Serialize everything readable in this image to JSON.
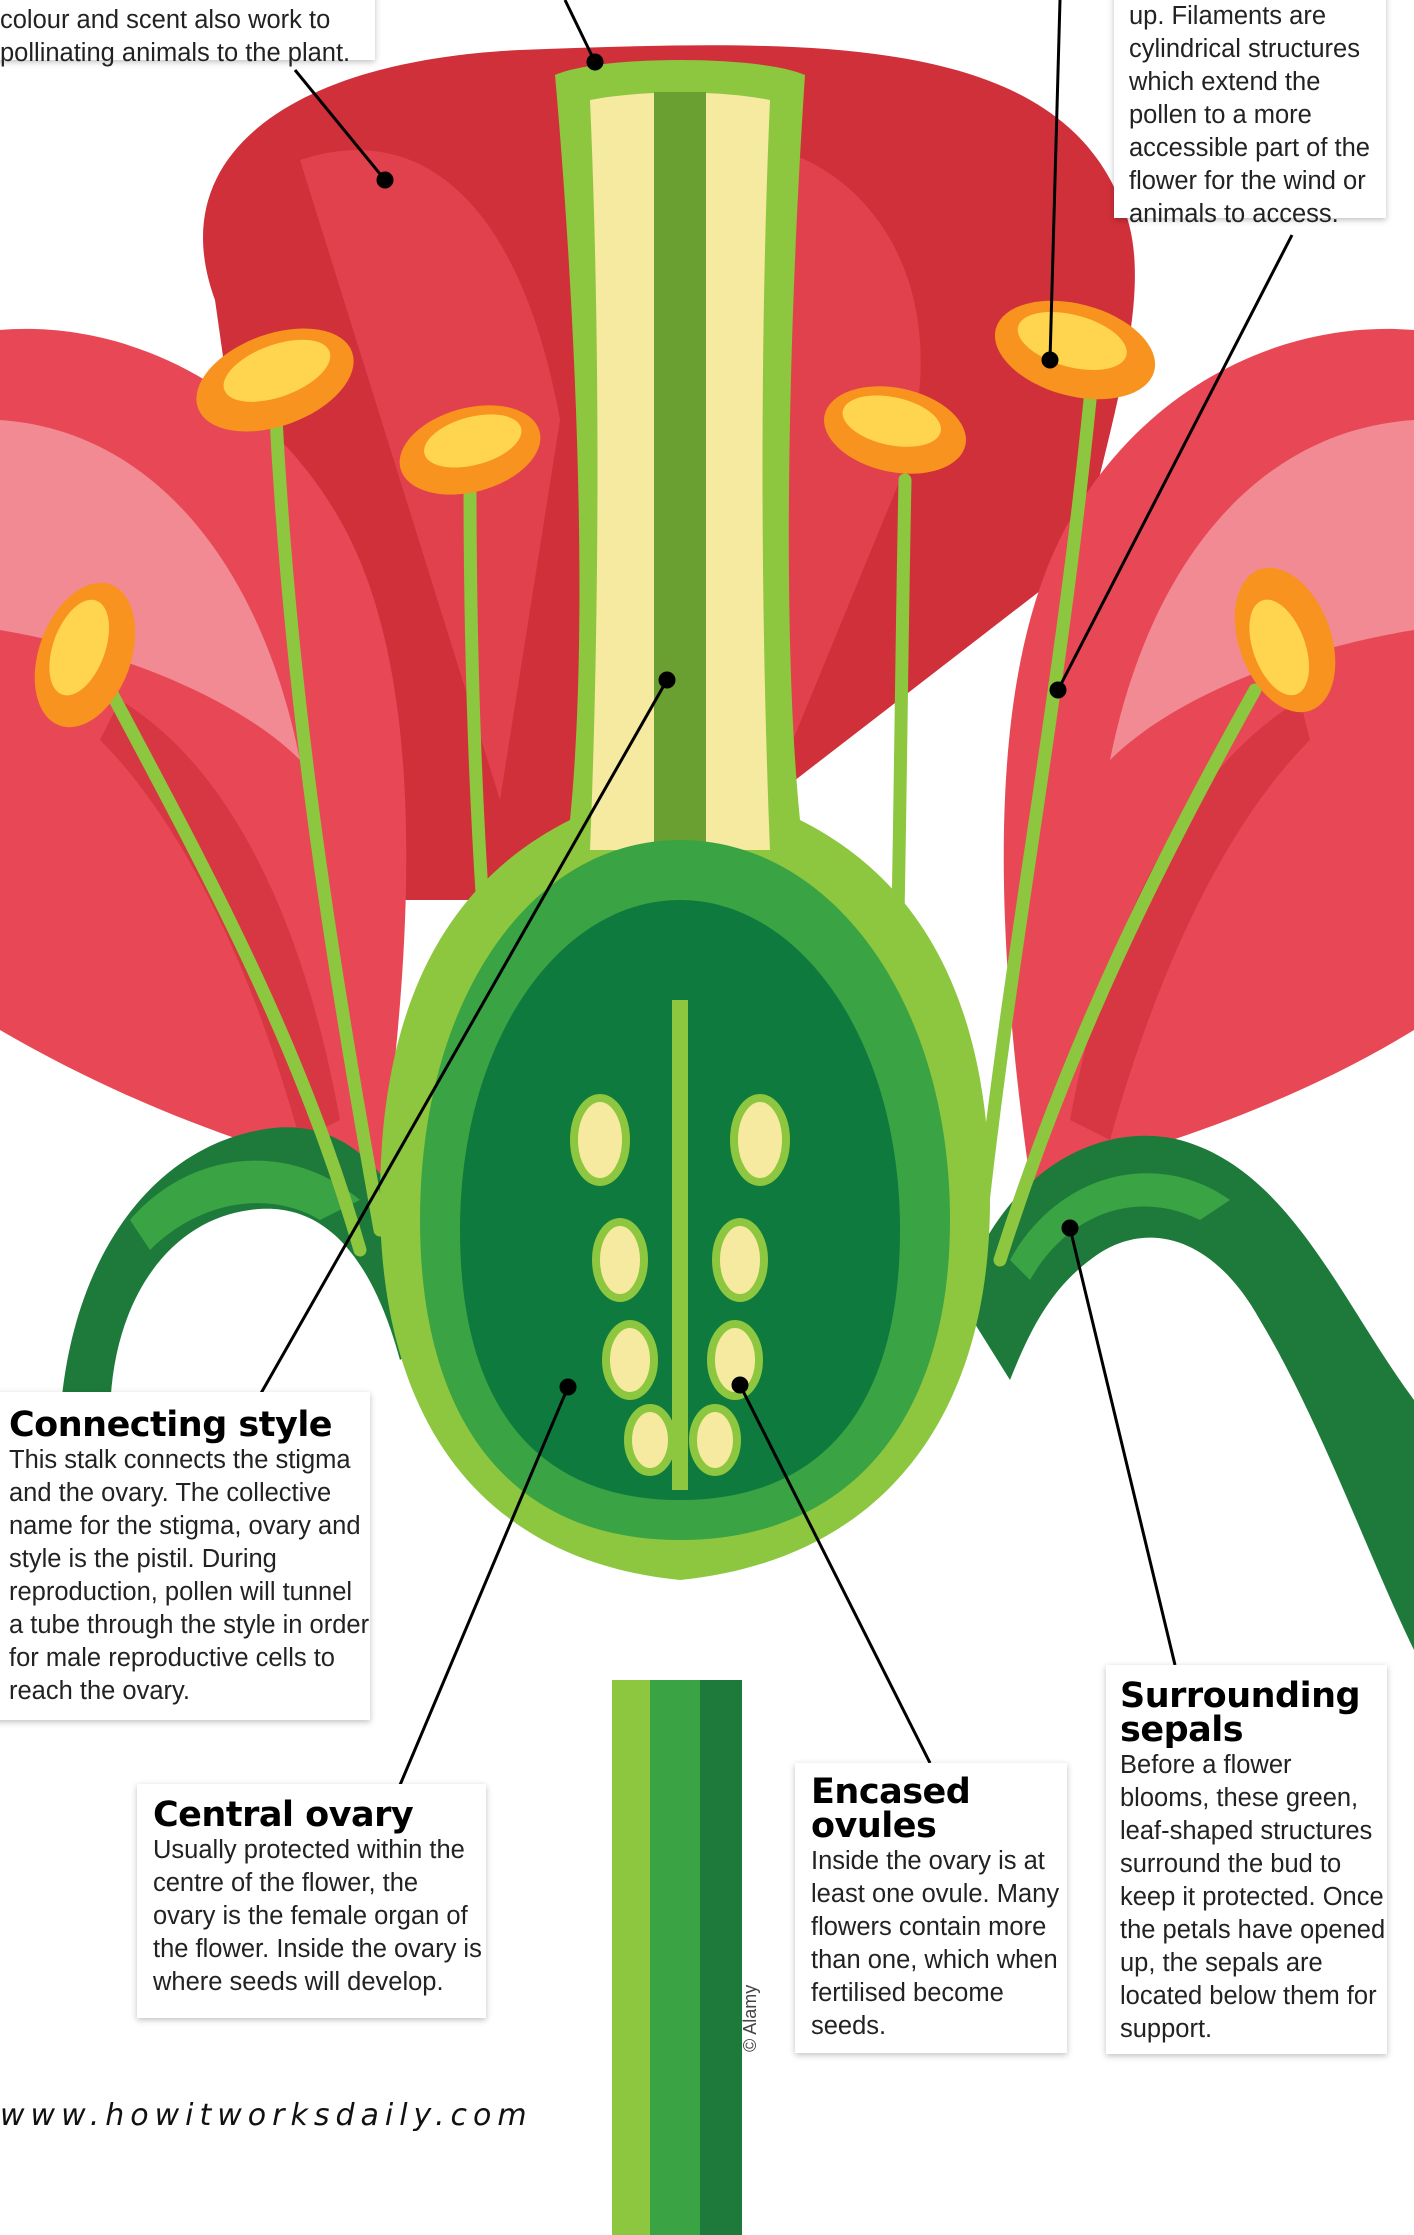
{
  "callouts": {
    "top_left": {
      "text": "colour and scent also work to\npollinating animals to the plant."
    },
    "top_right": {
      "text": "up. Filaments are cylindrical structures which extend the pollen to a more accessible part of the flower for the wind or animals to access."
    },
    "style": {
      "title": "Connecting style",
      "text": "This stalk connects the stigma and the ovary. The collective name for the stigma, ovary and style is the pistil. During reproduction, pollen will tunnel a tube through the style in order for male reproductive cells to reach the ovary."
    },
    "ovary": {
      "title": "Central ovary",
      "text": "Usually protected within the centre of the flower, the ovary is the female organ of the flower. Inside the ovary is where seeds will develop."
    },
    "ovules": {
      "title": "Encased ovules",
      "text": "Inside the ovary is at least one ovule. Many flowers contain more than one, which when fertilised become seeds."
    },
    "sepals": {
      "title": "Surrounding sepals",
      "text": "Before a flower blooms, these green, leaf-shaped structures surround the bud to keep it protected. Once the petals have opened up, the sepals are located below them for support."
    }
  },
  "footer": {
    "website": "www.howitworksdaily.com",
    "credit": "© Alamy"
  },
  "colors": {
    "petal_dark": "#d0303a",
    "petal_mid": "#e84855",
    "petal_light": "#f4a0a8",
    "anther": "#f7931e",
    "anther_light": "#ffd54f",
    "green_light": "#8dc63f",
    "green_mid": "#3aa343",
    "green_dark": "#1d7a3a",
    "style_core": "#f5eaa0"
  }
}
